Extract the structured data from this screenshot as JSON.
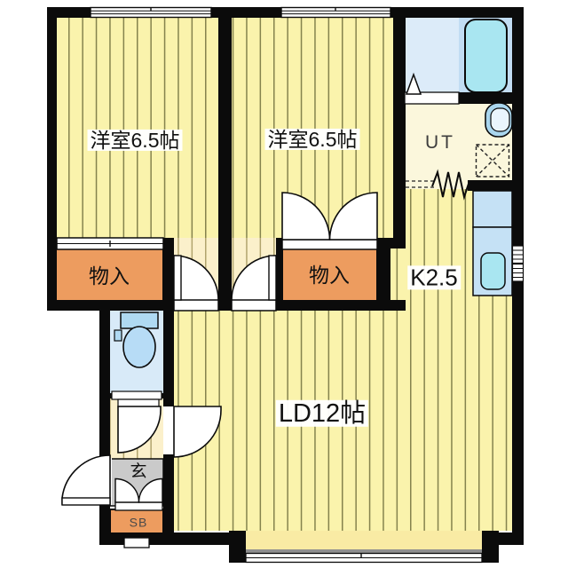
{
  "plan": {
    "rooms": {
      "room1": {
        "label": "洋室6.5帖"
      },
      "room2": {
        "label": "洋室6.5帖"
      },
      "living": {
        "label": "LD12帖"
      },
      "kitchen": {
        "label": "K2.5"
      },
      "utility": {
        "label": "UT"
      },
      "closet1": {
        "label": "物入"
      },
      "closet2": {
        "label": "物入"
      },
      "entrance": {
        "label": "玄"
      },
      "shoebox": {
        "label": "SB"
      }
    },
    "colors": {
      "wall_black": "#0b0b0b",
      "floor_yellow": "#faf3ac",
      "floor_cream": "#fbf7dc",
      "closet_orange": "#ed9c5f",
      "water_area_blue": "#dcebf9",
      "fixture_blue": "#a9e6f1",
      "counter_blue": "#c5e1f5",
      "genkan_gray": "#cacaca"
    }
  }
}
